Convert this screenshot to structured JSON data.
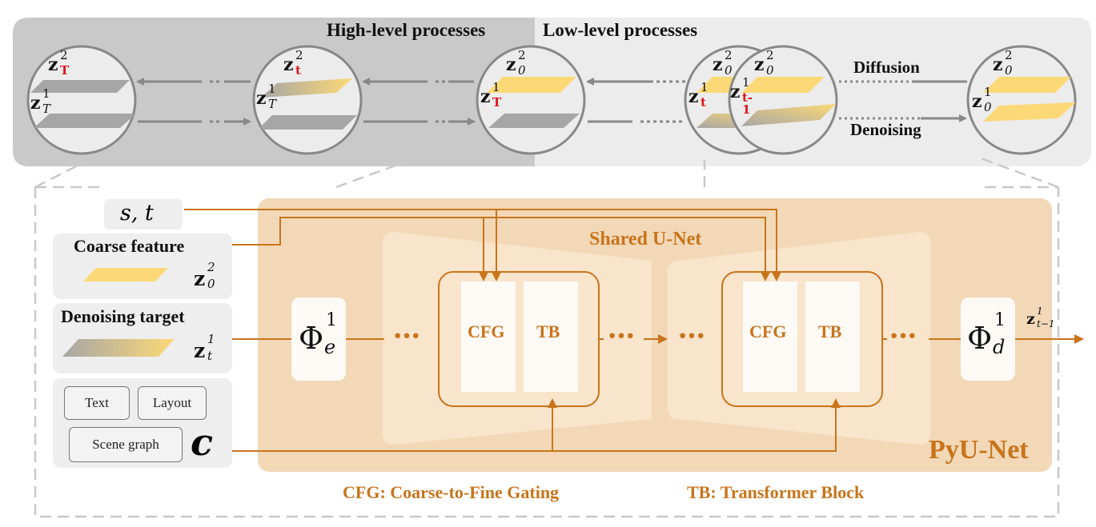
{
  "top_band": {
    "high_label": "High-level processes",
    "low_label": "Low-level processes",
    "diffusion_label": "Diffusion",
    "denoising_label": "Denoising",
    "circles": [
      {
        "sup_top": "2",
        "sub_top": "T",
        "sub_top_red": true,
        "sup_bot": "1",
        "sub_bot": "T",
        "sub_bot_red": false
      },
      {
        "sup_top": "2",
        "sub_top": "t",
        "sub_top_red": true,
        "sup_bot": "1",
        "sub_bot": "T",
        "sub_bot_red": false
      },
      {
        "sup_top": "2",
        "sub_top": "0",
        "sub_top_red": false,
        "sup_bot": "1",
        "sub_bot": "T",
        "sub_bot_red": true
      },
      {
        "sup_top": "2",
        "sub_top": "0",
        "sub_top_red": false,
        "sup_bot": "1",
        "sub_bot": "t",
        "sub_bot_red": true
      },
      {
        "sup_top": "2",
        "sub_top": "0",
        "sub_top_red": false,
        "sup_bot": "1",
        "sub_bot": "t-1",
        "sub_bot_red": true
      },
      {
        "sup_top": "2",
        "sub_top": "0",
        "sub_top_red": false,
        "sup_bot": "1",
        "sub_bot": "0",
        "sub_bot_red": false
      }
    ]
  },
  "inputs": {
    "s_t": "s, t",
    "coarse_feature_title": "Coarse feature",
    "coarse_feature_var": "z",
    "coarse_feature_sup": "2",
    "coarse_feature_sub": "0",
    "denoising_target_title": "Denoising target",
    "denoising_target_var": "z",
    "denoising_target_sup": "1",
    "denoising_target_sub": "t",
    "condition_var": "c",
    "condition_buttons": [
      "Text",
      "Layout",
      "Scene graph"
    ]
  },
  "pyunet": {
    "title": "PyU-Net",
    "shared_title": "Shared U-Net",
    "encoder_symbol": "Φ",
    "encoder_sup": "1",
    "encoder_sub": "e",
    "decoder_symbol": "Φ",
    "decoder_sup": "1",
    "decoder_sub": "d",
    "block_left": "CFG",
    "block_right": "TB",
    "ellipsis": "···",
    "output_var": "z",
    "output_sup": "1",
    "output_sub": "t−1"
  },
  "legend": {
    "cfg": "CFG: Coarse-to-Fine Gating",
    "tb": "TB: Transformer Block"
  },
  "colors": {
    "orange": "#c8741b",
    "gold": "#fcd976",
    "gray_plane": "#a6a6a6",
    "red": "#e0141e",
    "pyunet_bg": "#f2d8b7",
    "shared_bg": "#f9e4cc"
  }
}
